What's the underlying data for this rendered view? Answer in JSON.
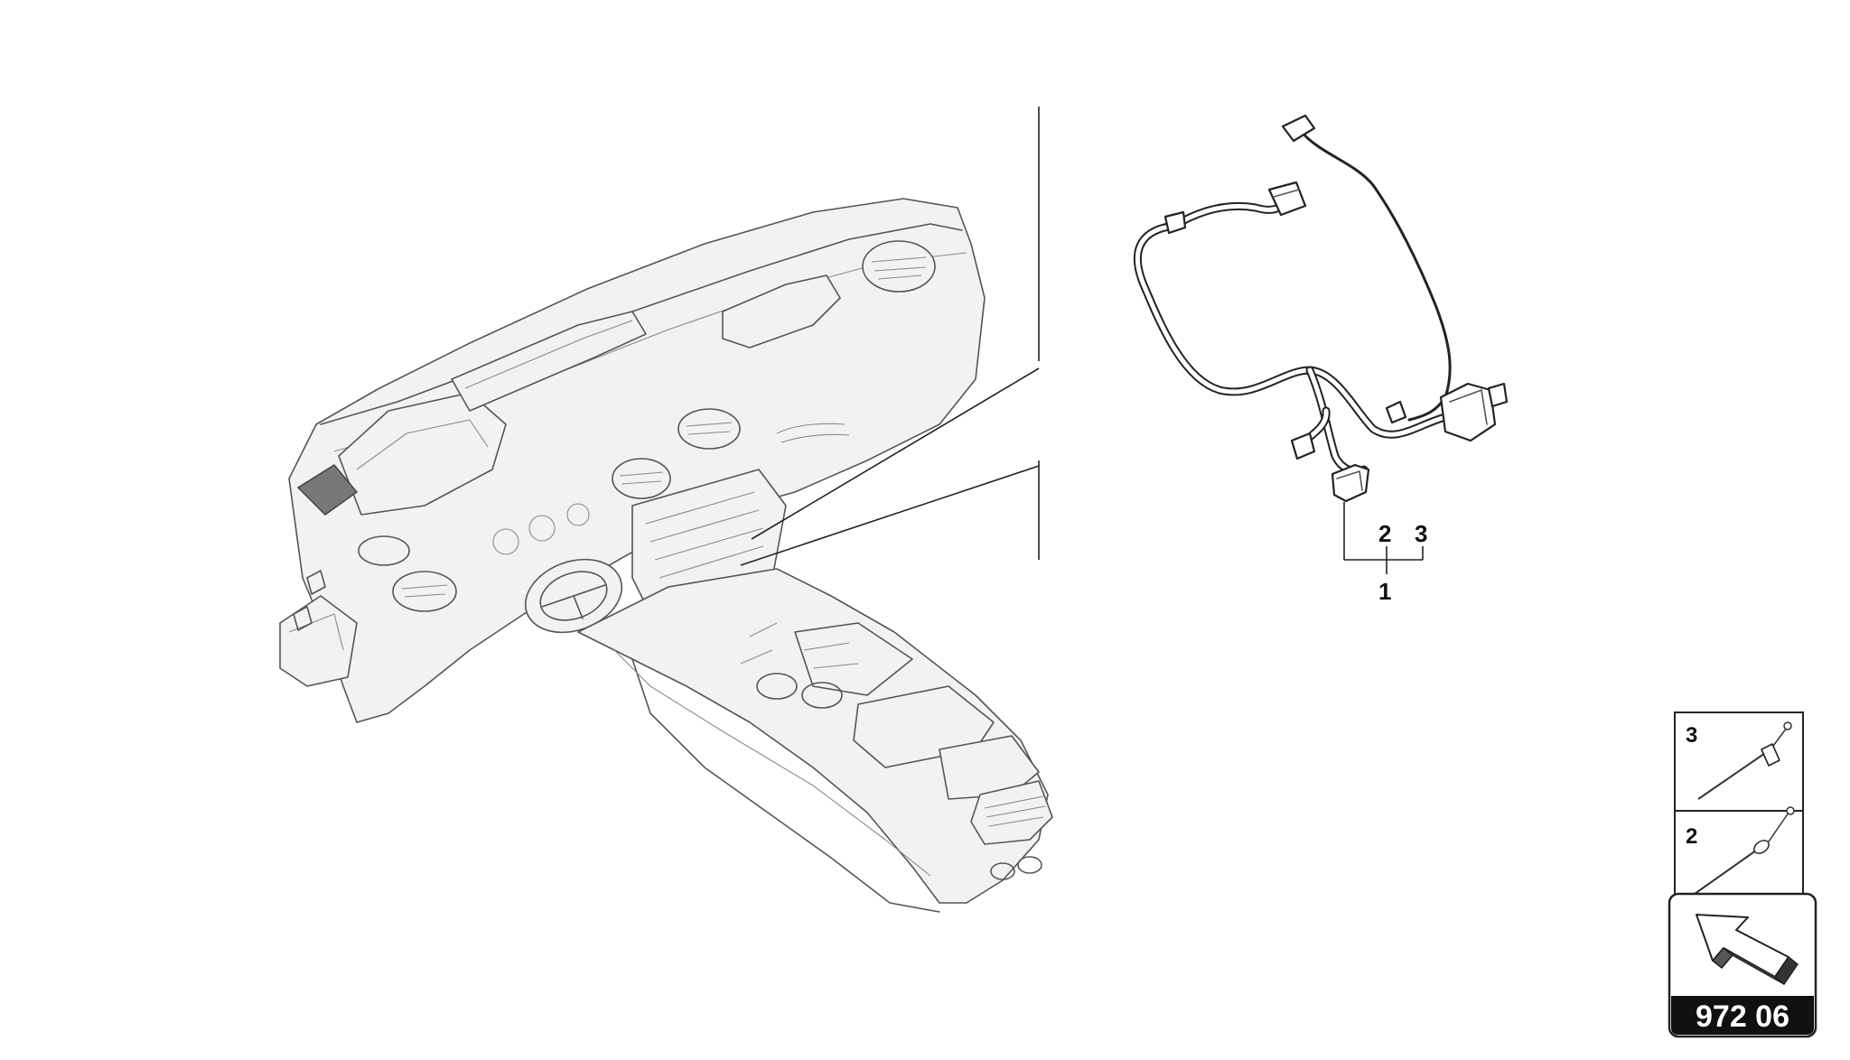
{
  "diagram": {
    "callouts": {
      "item_1": "1",
      "item_2": "2",
      "item_3": "3"
    },
    "legend_panel": {
      "top_number": "3",
      "bottom_number": "2"
    },
    "reference": {
      "label": "972 06"
    }
  }
}
